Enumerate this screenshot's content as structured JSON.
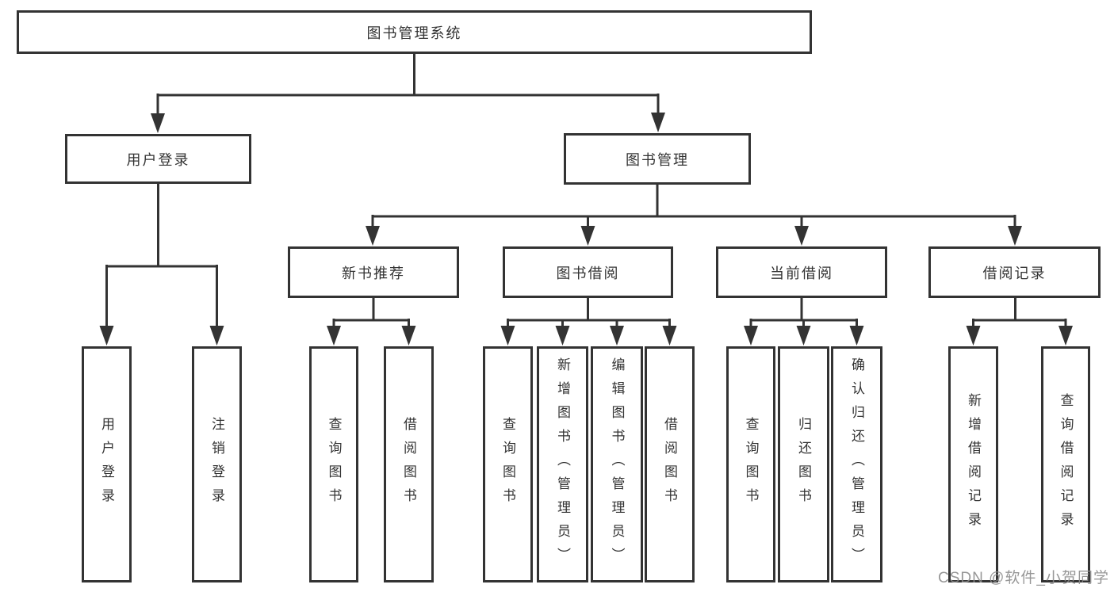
{
  "tree": {
    "root": {
      "label": "图书管理系统"
    },
    "children": [
      {
        "label": "用户登录",
        "children": [
          {
            "label": "用户登录"
          },
          {
            "label": "注销登录"
          }
        ]
      },
      {
        "label": "图书管理",
        "children": [
          {
            "label": "新书推荐",
            "children": [
              {
                "label": "查询图书"
              },
              {
                "label": "借阅图书"
              }
            ]
          },
          {
            "label": "图书借阅",
            "children": [
              {
                "label": "查询图书"
              },
              {
                "label": "新增图书（管理员）"
              },
              {
                "label": "编辑图书（管理员）"
              },
              {
                "label": "借阅图书"
              }
            ]
          },
          {
            "label": "当前借阅",
            "children": [
              {
                "label": "查询图书"
              },
              {
                "label": "归还图书"
              },
              {
                "label": "确认归还（管理员）"
              }
            ]
          },
          {
            "label": "借阅记录",
            "children": [
              {
                "label": "新增借阅记录"
              },
              {
                "label": "查询借阅记录"
              }
            ]
          }
        ]
      }
    ]
  },
  "watermark": {
    "text": "CSDN @软件_小贺同学"
  },
  "colors": {
    "line": "#333333",
    "text": "#333333",
    "background": "#ffffff",
    "watermark": "#8c8c8c"
  }
}
